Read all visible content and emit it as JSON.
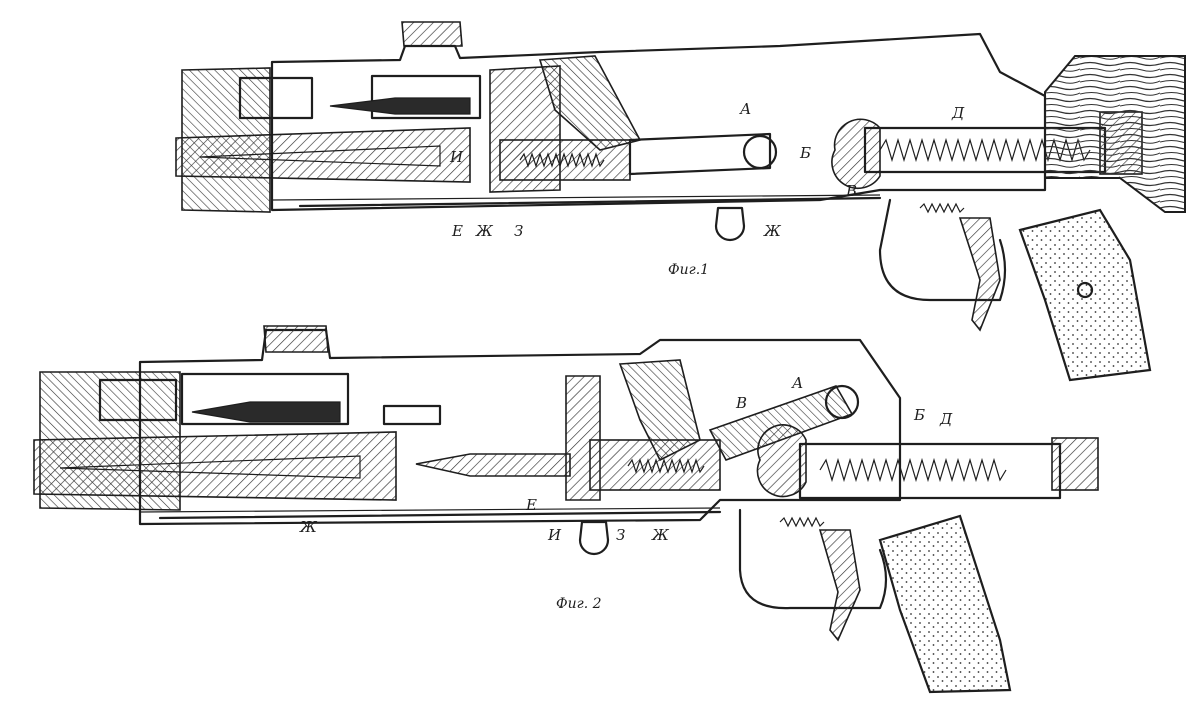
{
  "figures": [
    {
      "caption": "Фиг.1",
      "labels": {
        "A": "А",
        "B": "Б",
        "V": "В",
        "D": "Д",
        "I": "И",
        "E": "Е",
        "Zh1": "Ж",
        "Z": "З",
        "Zh2": "Ж"
      }
    },
    {
      "caption": "Фиг. 2",
      "labels": {
        "A": "А",
        "V": "В",
        "B": "Б",
        "D": "Д",
        "E": "Е",
        "I": "И",
        "Z": "З",
        "Zh1": "Ж",
        "Zh2": "Ж"
      }
    }
  ]
}
